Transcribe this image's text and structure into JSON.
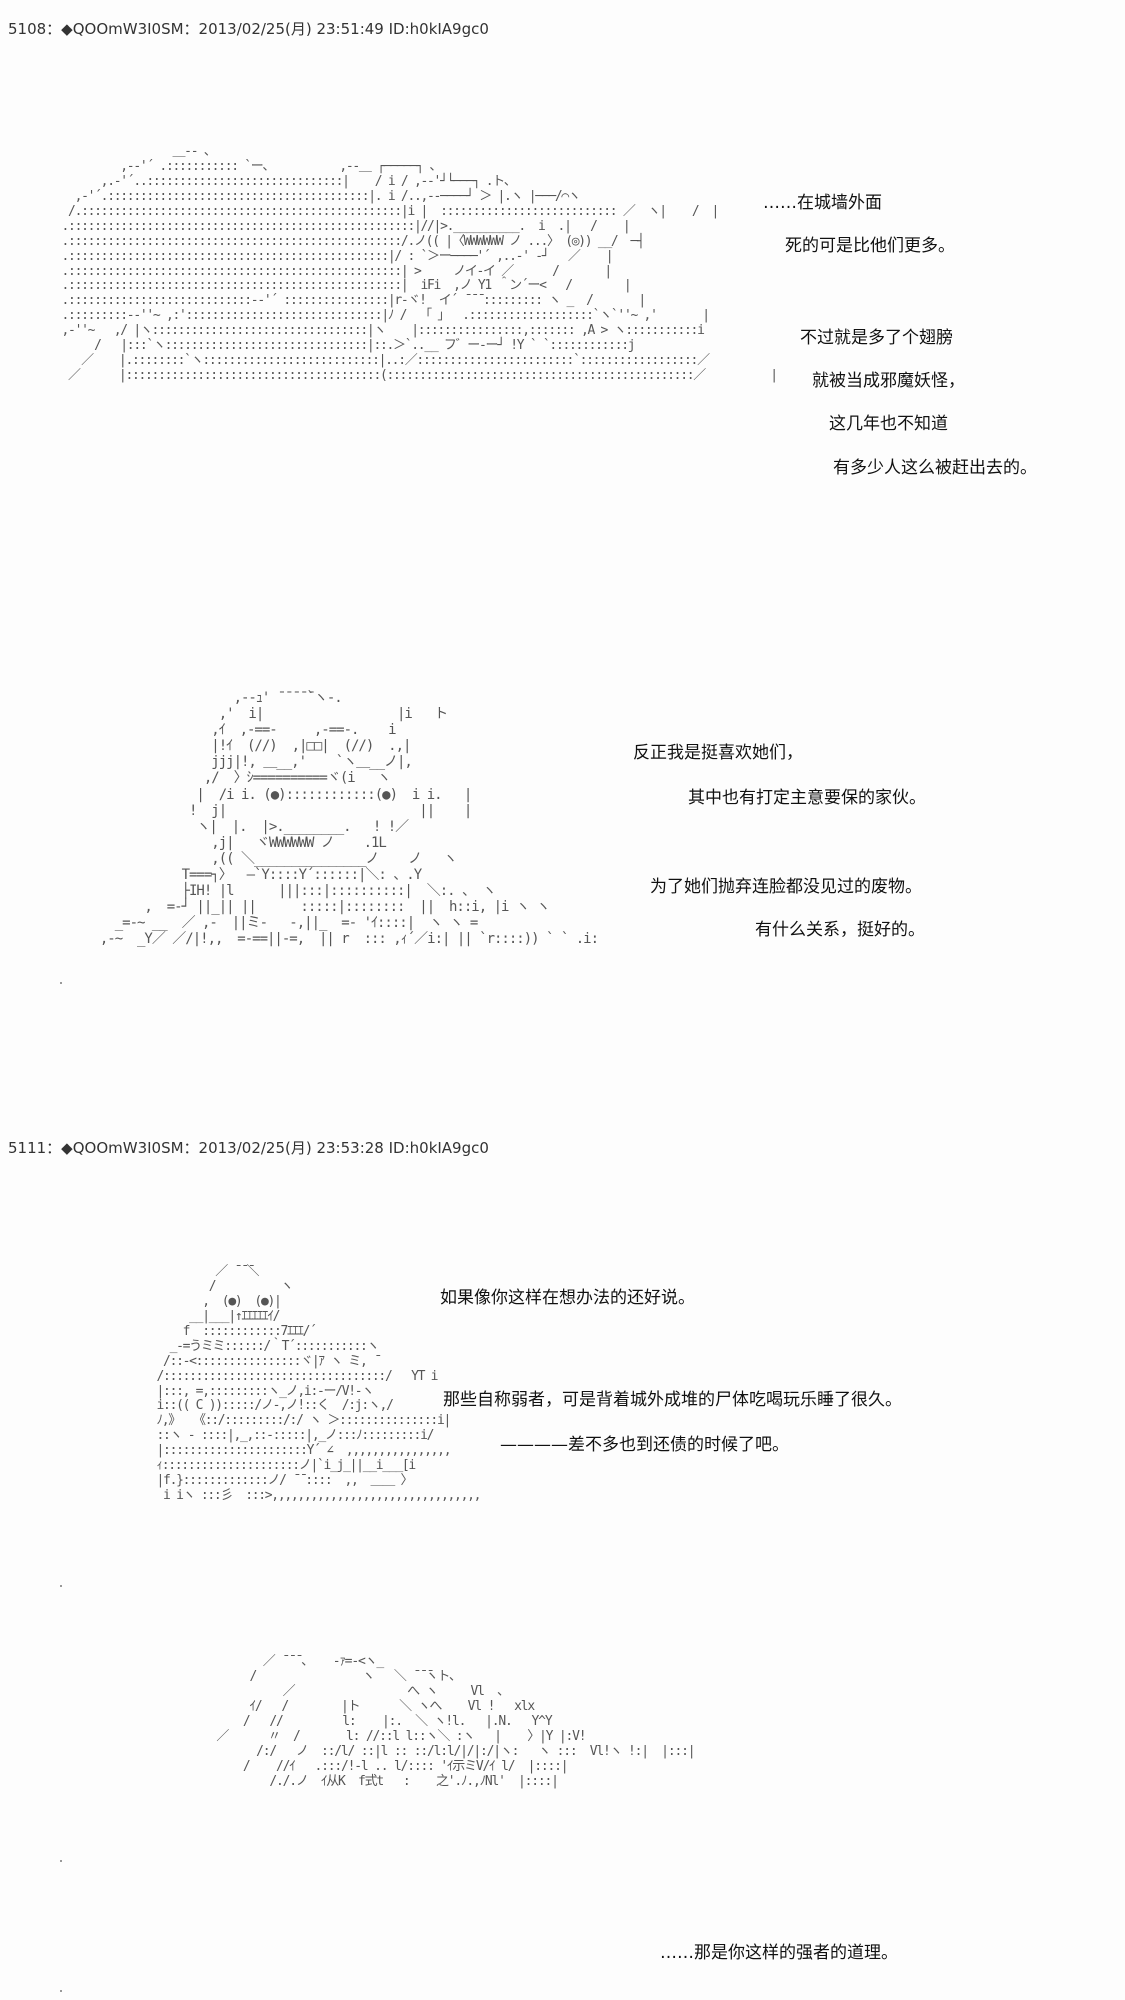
{
  "posts": [
    {
      "header": "5108：◆QOOmW3I0SM：2013/02/25(月) 23:51:49 ID:h0kIA9gc0",
      "lines": [
        "……在城墙外面",
        "死的可是比他们更多。",
        "不过就是多了个翅膀",
        "就被当成邪魔妖怪，",
        "这几年也不知道",
        "有多少人这么被赶出去的。",
        "反正我是挺喜欢她们，",
        "其中也有打定主意要保的家伙。",
        "为了她们抛弃连脸都没见过的废物。",
        "有什么关系，挺好的。"
      ],
      "art": [
        "                  ＿-‐ 、                          ＿ -  ‐ ‐   ‐  ‐\n          ,-‐'´ .:::::::::::  `ー、         ,-‐＿ ┌─────┐ 、\n       ,.-'´..:::::::::::::::::::::::::::::|    / i / ,-‐'┘└────┐  .ト、\n   ,-'´.::::::::::::::::::::::::::::::::::::::::|. i /..,-‐───┘  ＞  |.ヽ |──/⌒ヽ\n  /.:::::::::::::::::::::::::::::::::::::::::::::::::|i |  :::::::::::::::::::::::::::::::: ／  ヽ|    /  .|\n .::::::::::::::::::::::::::::::::::::::::::::::::::::::|//|>.__________. i    .|   /    |\n .::::::::::::::::::::::::::::::::::::::::::::::::::::/.ノ(( |〈WWWWWW ノ ...〉 (◎)) __/  ─┤\n .::::::::::::::::::::::::::::::::::::::::::::::::::|/ : `＞ー───'´ ,...‐' ‐┘    ／\n .::::::::::::::::::::::::::::::::::::::::::::::::::::| >    ノイ-イ ／         /      |\n .::::::::::::::::::::::::::::::::::::::::::::::::::::|  iFi  ,ノ Y1 ＾ン´ー<     /       |\n .:::::::::::::::::::::::::::::-‐'´ ::::::::::::::::|r‐ヾ!  イ´ ̄ ̄ ̄ ::::::::::: ヽ _  /       |\n .::::::::::-‐''~ ,:':::::::::::::::::::::::::::::::|ﾉ /  「 」  .:::::::::::::::::::::::`ヽ`''~ ,'        |\n ,-''~   ,/ |ヽ::::::::::::::::::::::::::::::::::::|ヽ    |:::::::::::::::,.:::::::: ,A > ヽ::::::::::::::i\n      /   |:::`ヽ::::::::::::::::::::::::::::::::::|::.＞`..__ フ゛ー‐ ー┘ !Y ` `:::::::::::::j\n    ／    |.:::::::::`ヽ:::::::::::::::::::::::::::::|..:／:::::::::::::::::::::::::::`::::::::::::::::::::／\n  ／       |::::::::::::::::::::::::::::::::::::::::::(::::::::::::::::::::::::::::::::::::::::::::::::::／              |"
      ]
    },
    {
      "header": "5111：◆QOOmW3I0SM：2013/02/25(月) 23:53:28 ID:h0kIA9gc0",
      "lines": [
        "如果像你这样在想办法的还好说。",
        "那些自称弱者，可是背着城外成堆的尸体吃喝玩乐睡了很久。",
        "————差不多也到还债的时候了吧。",
        "……那是你这样的强者的道理。"
      ]
    }
  ]
}
